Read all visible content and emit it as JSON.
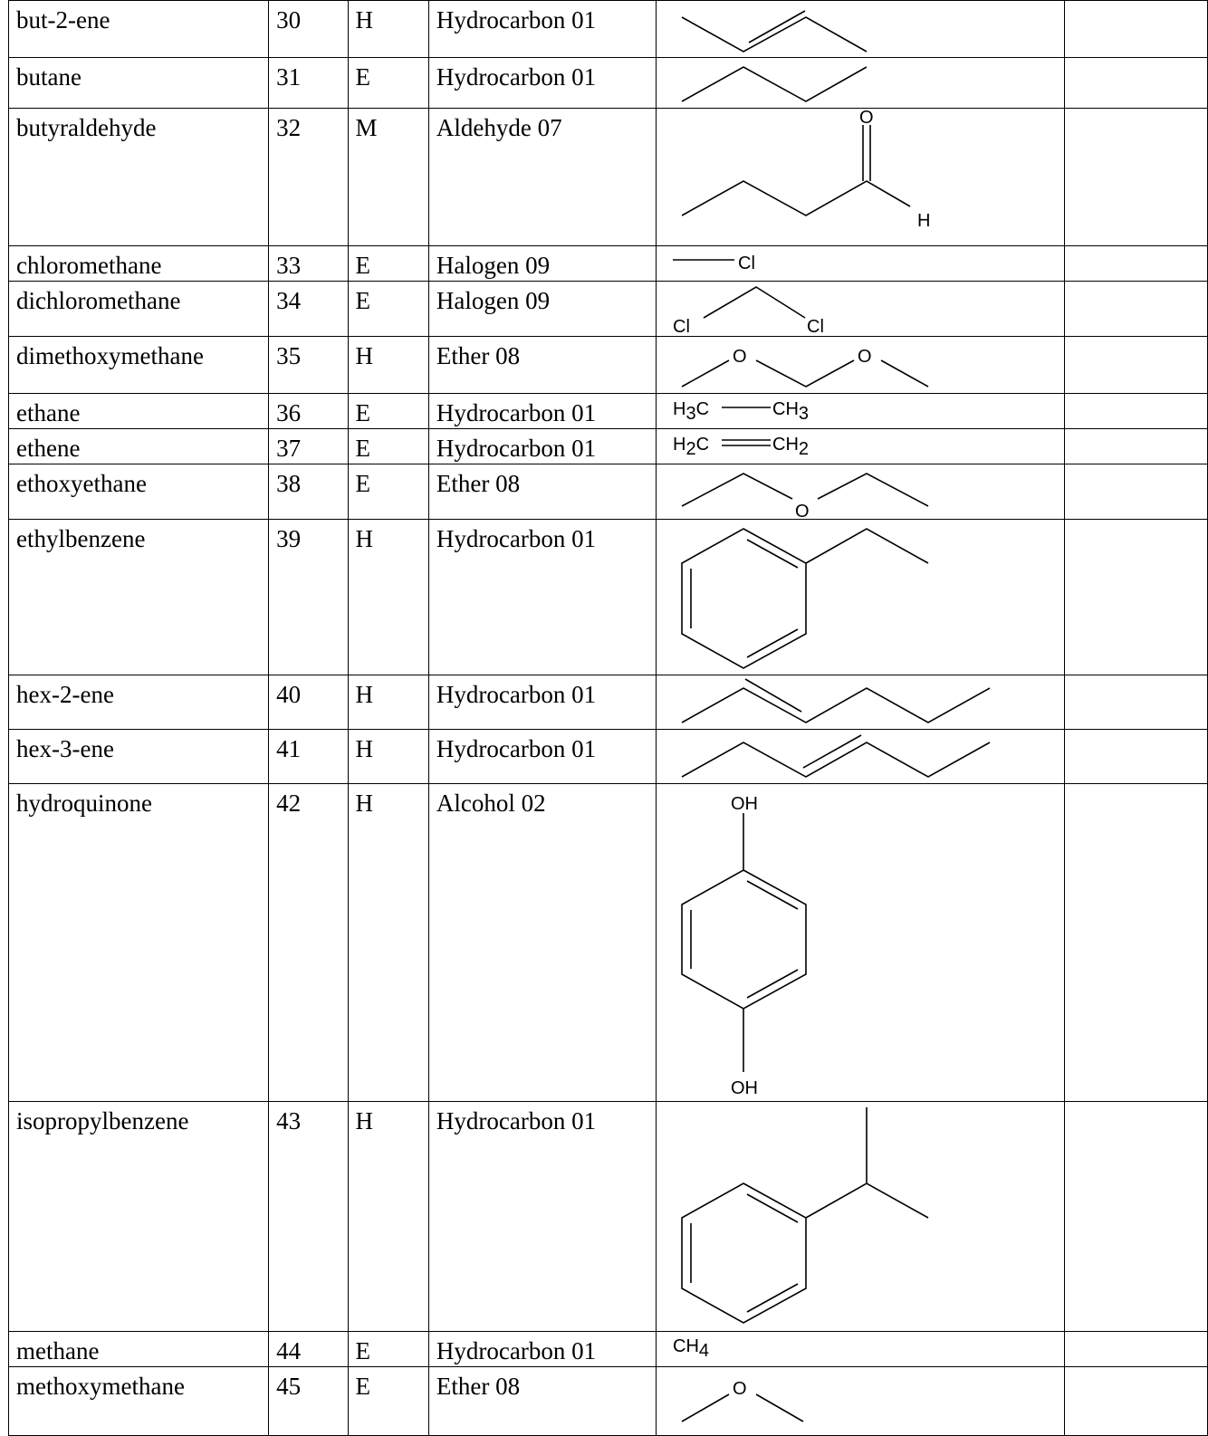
{
  "rows": [
    {
      "name": "but-2-ene",
      "num": "30",
      "level": "H",
      "category": "Hydrocarbon 01",
      "structure_icon": "but-2-ene-skeletal-structure"
    },
    {
      "name": "butane",
      "num": "31",
      "level": "E",
      "category": "Hydrocarbon 01",
      "structure_icon": "butane-skeletal-structure"
    },
    {
      "name": "butyraldehyde",
      "num": "32",
      "level": "M",
      "category": "Aldehyde 07",
      "structure_icon": "butyraldehyde-skeletal-structure",
      "atoms": [
        "O",
        "H"
      ]
    },
    {
      "name": "chloromethane",
      "num": "33",
      "level": "E",
      "category": "Halogen 09",
      "structure_icon": "chloromethane-skeletal-structure",
      "atoms": [
        "Cl"
      ]
    },
    {
      "name": "dichloromethane",
      "num": "34",
      "level": "E",
      "category": "Halogen 09",
      "structure_icon": "dichloromethane-skeletal-structure",
      "atoms": [
        "Cl",
        "Cl"
      ]
    },
    {
      "name": "dimethoxymethane",
      "num": "35",
      "level": "H",
      "category": "Ether 08",
      "structure_icon": "dimethoxymethane-skeletal-structure",
      "atoms": [
        "O",
        "O"
      ]
    },
    {
      "name": "ethane",
      "num": "36",
      "level": "E",
      "category": "Hydrocarbon 01",
      "structure_icon": "ethane-condensed-structure",
      "atoms": [
        "H",
        "3",
        "C",
        "CH",
        "3"
      ]
    },
    {
      "name": "ethene",
      "num": "37",
      "level": "E",
      "category": "Hydrocarbon 01",
      "structure_icon": "ethene-condensed-structure",
      "atoms": [
        "H",
        "2",
        "C",
        "CH",
        "2"
      ]
    },
    {
      "name": "ethoxyethane",
      "num": "38",
      "level": "E",
      "category": "Ether 08",
      "structure_icon": "ethoxyethane-skeletal-structure",
      "atoms": [
        "O"
      ]
    },
    {
      "name": "ethylbenzene",
      "num": "39",
      "level": "H",
      "category": "Hydrocarbon 01",
      "structure_icon": "ethylbenzene-skeletal-structure"
    },
    {
      "name": "hex-2-ene",
      "num": "40",
      "level": "H",
      "category": "Hydrocarbon 01",
      "structure_icon": "hex-2-ene-skeletal-structure"
    },
    {
      "name": "hex-3-ene",
      "num": "41",
      "level": "H",
      "category": "Hydrocarbon 01",
      "structure_icon": "hex-3-ene-skeletal-structure"
    },
    {
      "name": "hydroquinone",
      "num": "42",
      "level": "H",
      "category": "Alcohol 02",
      "structure_icon": "hydroquinone-skeletal-structure",
      "atoms": [
        "OH",
        "OH"
      ]
    },
    {
      "name": "isopropylbenzene",
      "num": "43",
      "level": "H",
      "category": "Hydrocarbon 01",
      "structure_icon": "isopropylbenzene-skeletal-structure"
    },
    {
      "name": "methane",
      "num": "44",
      "level": "E",
      "category": "Hydrocarbon 01",
      "structure_icon": "methane-condensed-structure",
      "atoms": [
        "CH",
        "4"
      ]
    },
    {
      "name": "methoxymethane",
      "num": "45",
      "level": "E",
      "category": "Ether 08",
      "structure_icon": "methoxymethane-skeletal-structure",
      "atoms": [
        "O"
      ]
    }
  ]
}
